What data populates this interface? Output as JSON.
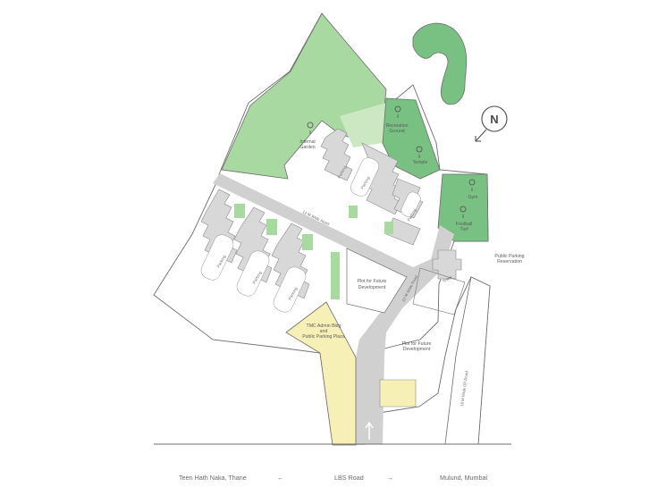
{
  "map": {
    "labels": {
      "internal_garden": [
        "Internal",
        "Garden"
      ],
      "recreation_ground": [
        "Recreation",
        "Ground"
      ],
      "temple": "Temple",
      "gym": "Gym",
      "football_turf": [
        "Football",
        "Turf"
      ],
      "public_parking_reservation": [
        "Public Parking",
        "Reservation"
      ],
      "plot_future_1": [
        "Plot for Future",
        "Development"
      ],
      "plot_future_2": [
        "Plot for Future",
        "Development"
      ],
      "tmc_admin": [
        "TMC Admin Bldg",
        "and",
        "Public Parking Plaza"
      ],
      "road_12m_horizontal": "12 M Wide Road",
      "road_12m_vertical": "12 M Wide Road",
      "road_18m_dp": "18 M Wide DP Road",
      "tower": "Tower ",
      "parking": "Parking",
      "north": "N"
    },
    "footer": {
      "left": "Teen Hath Naka, Thane",
      "left_arrow": "←",
      "center": "LBS Road",
      "right_arrow": "→",
      "right": "Mulund, Mumbai"
    },
    "colors": {
      "garden_green": "#a8d9a0",
      "dark_green": "#79c083",
      "light_green": "#cbe8c3",
      "road_gray": "#d0d0d0",
      "building": "#d8d8d8",
      "admin_yellow": "#f6f0b6",
      "outline": "#6e6e6e"
    }
  }
}
